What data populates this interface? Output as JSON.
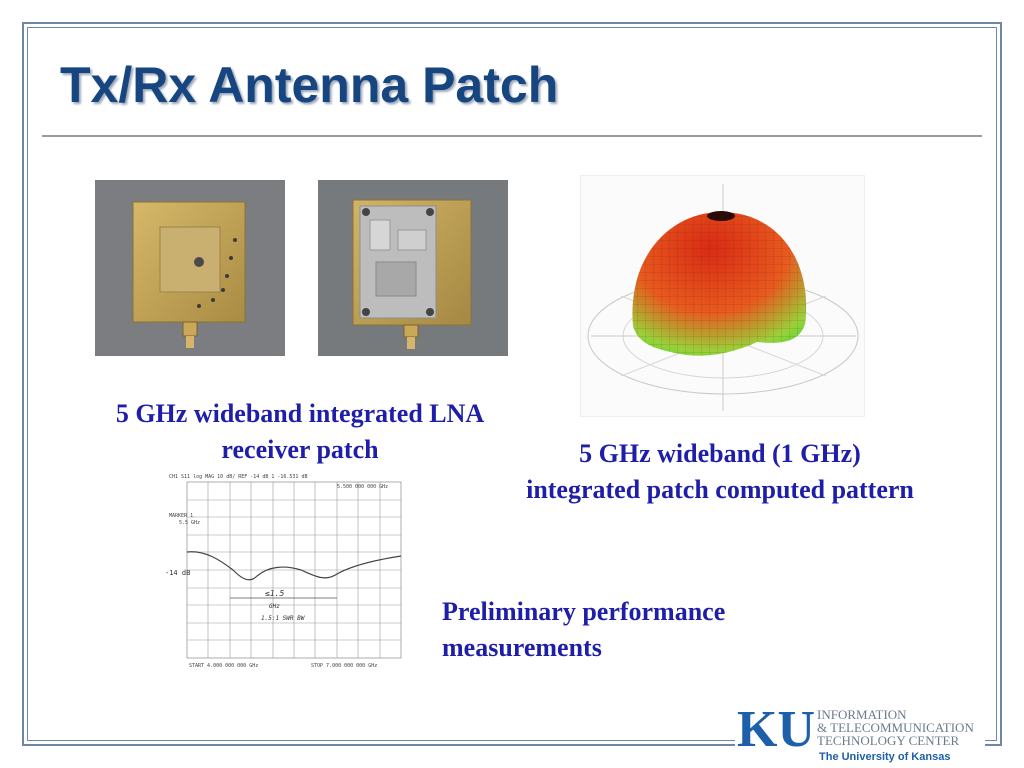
{
  "slide": {
    "title": "Tx/Rx Antenna Patch",
    "caption_receiver": "5 GHz wideband  integrated LNA receiver patch",
    "caption_pattern": "5 GHz wideband (1 GHz) integrated patch computed pattern",
    "caption_measurements": "Preliminary performance measurements"
  },
  "plot": {
    "header": "CH1 S11  log MAG    10 dB/  REF -14 dB     1 -16.531 dB",
    "freq": "5.500 000 000 GHz",
    "marker": "MARKER 1",
    "marker_freq": "5.5 GHz",
    "start": "START  4.000 000 000 GHz",
    "stop": "STOP  7.000 000 000 GHz",
    "note1": "≤1.5",
    "note2": "GHz",
    "note3": "1.5:1 SWR BW",
    "axis_note": "-14 dB"
  },
  "logo": {
    "mark": "KU",
    "line1": "INFORMATION",
    "line2": "& TELECOMMUNICATION",
    "line3": "TECHNOLOGY CENTER",
    "university": "The University of Kansas"
  },
  "colors": {
    "title": "#17457f",
    "caption": "#1e1ea8",
    "frame": "#6f86a8",
    "logo": "#1d5fa8"
  }
}
